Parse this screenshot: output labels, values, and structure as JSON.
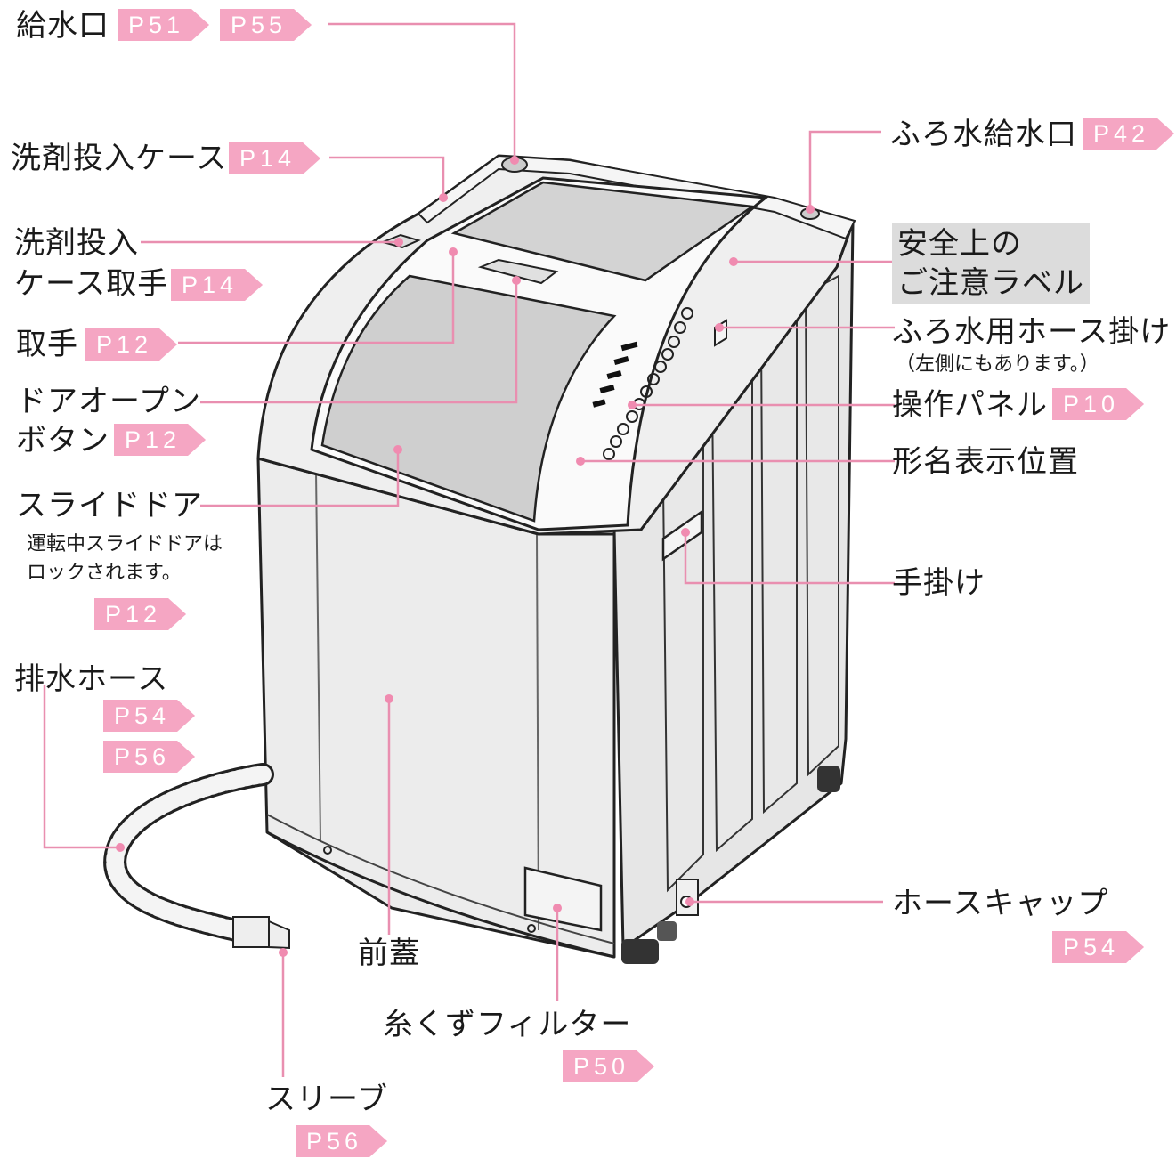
{
  "labels": {
    "kyusuiguchi": "給水口",
    "senzai_case": "洗剤投入ケース",
    "senzai_handle_1": "洗剤投入",
    "senzai_handle_2": "ケース取手",
    "totte": "取手",
    "door_open_1": "ドアオープン",
    "door_open_2": "ボタン",
    "slide_door": "スライドドア",
    "slide_door_note_1": "運転中スライドドアは",
    "slide_door_note_2": "ロックされます。",
    "drain_hose": "排水ホース",
    "front_cover": "前蓋",
    "lint_filter": "糸くずフィルター",
    "sleeve": "スリーブ",
    "bath_inlet": "ふろ水給水口",
    "safety_label_1": "安全上の",
    "safety_label_2": "ご注意ラベル",
    "bath_hose_hook": "ふろ水用ホース掛け",
    "bath_hose_hook_note": "（左側にもあります。）",
    "control_panel": "操作パネル",
    "model_name_position": "形名表示位置",
    "hand_grip": "手掛け",
    "hose_cap": "ホースキャップ"
  },
  "pages": {
    "kyusuiguchi_a": "P51",
    "kyusuiguchi_b": "P55",
    "senzai_case": "P14",
    "senzai_handle": "P14",
    "totte": "P12",
    "door_open": "P12",
    "slide_door": "P12",
    "drain_hose_a": "P54",
    "drain_hose_b": "P56",
    "lint_filter": "P50",
    "sleeve": "P56",
    "bath_inlet": "P42",
    "control_panel": "P10",
    "hose_cap": "P54"
  },
  "colors": {
    "accent_tag": "#f5a6c3",
    "leader_line": "#e98fb0",
    "body_panel": "#e6e6e6",
    "lid_gray": "#cfcfcf",
    "safety_label_bg": "#dcdcdc"
  }
}
